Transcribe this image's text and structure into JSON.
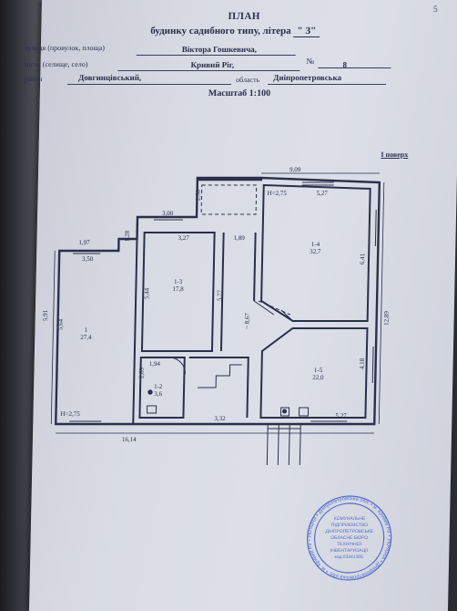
{
  "page_number": "5",
  "header": {
    "title": "ПЛАН",
    "subtitle_prefix": "будинку садибного типу, літера",
    "litera": "\" З\""
  },
  "address": {
    "street_label": "вулиця (провулок, площа)",
    "street_value": "Віктора Гошкевича,",
    "number_label": "№",
    "number_value": "8",
    "city_label": "місто (селище, село)",
    "city_value": "Кривий Ріг,",
    "district_label": "район",
    "district_value": "Довгинцівський,",
    "region_label": "область",
    "region_value": "Дніпропетровська"
  },
  "scale": "Масштаб 1:100",
  "floor_label": "I поверх",
  "plan": {
    "dims": {
      "top_total": "9,09",
      "top_small": "2,50",
      "mid_top": "3,00",
      "r3_width": "3,27",
      "corr_width": "1,89",
      "r4_width": "5,27",
      "r1_top": "1,97",
      "r1_top2": "1,28",
      "r1_inner": "3,50",
      "r1_height": "5,64",
      "r1_left": "5,91",
      "r3_height": "5,44",
      "corr_height": "5,77",
      "corr_long": "~ 8,67",
      "r4_height": "6,41",
      "right_total": "12,89",
      "r5_height": "4,18",
      "r5_width": "5,27",
      "r2_width": "1,94",
      "r2_height": "2,89",
      "bottom_mid": "3,32",
      "bottom_total": "16,14"
    },
    "rooms": [
      {
        "id": "1",
        "area": "27,4",
        "ceiling": "H=2,75"
      },
      {
        "id": "1-2",
        "area": "3,6"
      },
      {
        "id": "1-3",
        "area": "17,8"
      },
      {
        "id": "1-4",
        "area": "32,7",
        "ceiling": "H=2,75"
      },
      {
        "id": "1-5",
        "area": "22,0"
      }
    ]
  },
  "stamp": {
    "outer_text": "УКРАЇНА • Дніпропетровська обл. • м. Кривий Ріг •",
    "inner_lines": [
      "КОМУНАЛЬНЕ",
      "ПІДПРИЄМСТВО",
      "ДНІПРОПЕТРОВСЬКЕ",
      "ОБЛАСНЕ БЮРО",
      "ТЕХНІЧНОЇ",
      "ІНВЕНТАРИЗАЦІЇ"
    ],
    "code": "код 03341305"
  },
  "colors": {
    "ink": "#2a2f4a",
    "stamp": "#3a58c8",
    "paper": "#d8dbe4"
  }
}
